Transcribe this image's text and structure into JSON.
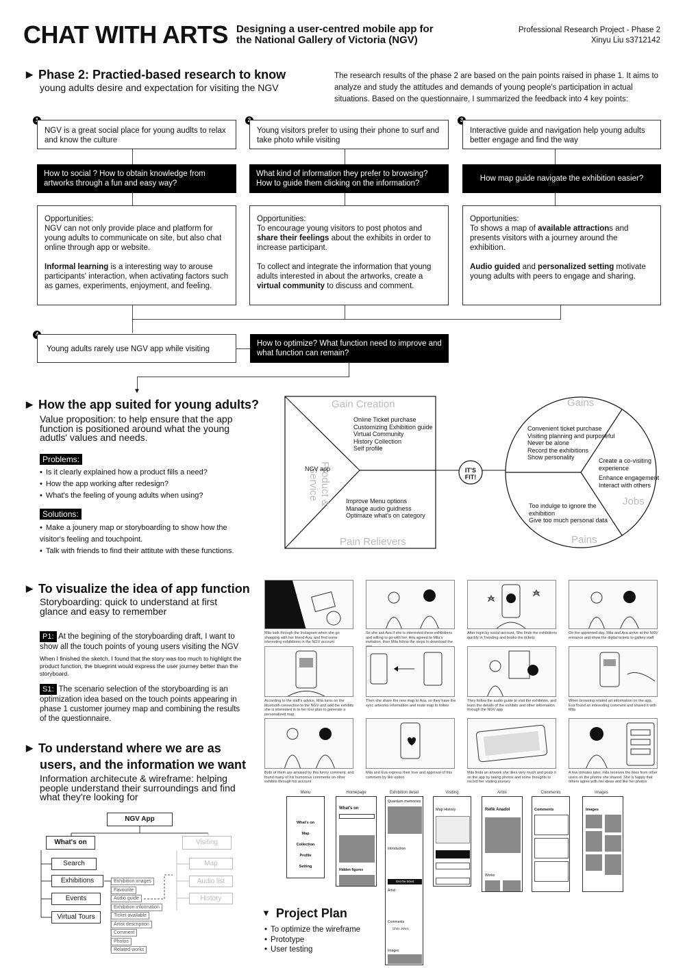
{
  "header": {
    "title": "CHAT WITH ARTS",
    "subtitle_line1": "Designing a user-centred mobile app for",
    "subtitle_line2": "the National Gallery of Victoria (NGV)",
    "project": "Professional Research Project - Phase 2",
    "author": "Xinyu Liu s3712142"
  },
  "phase2": {
    "title": "Phase 2: Practied-based research to know",
    "subtitle": "young adults desire and expectation for visiting the NGV",
    "description": "The research results of the phase 2 are based on the pain points raised in phase 1. It aims to analyze and study the attitudes and demands of young people's participation in actual situations. Based on the questionnaire, I summarized the feedback into 4 key points:",
    "points": [
      {
        "num": "1",
        "finding": "NGV is a great social place for young audlts to relax and know the culture",
        "question": "How to social ? How to obtain knowledge from artworks through a fun and easy way?",
        "opp_title": "Opportunities:",
        "opp_p1": "NGV can not only provide place and platform for young adults to communicate on site, but also chat online through app or website.",
        "opp_p2_bold": "Informal learning",
        "opp_p2": " is a interesting way to arouse participants' interaction, when activating factors such as games, experiments, enjoyment, and feeling."
      },
      {
        "num": "2",
        "finding": "Young visitors prefer to using their phone to surf and take photo while visiting",
        "question": "What kind of information they prefer to browsing? How to guide them clicking on the information?",
        "opp_title": "Opportunities:",
        "opp_p1a": "To encourage young visitors to post photos and ",
        "opp_p1_bold": "share their feelings",
        "opp_p1b": " about the exhibits in order to increase participant.",
        "opp_p2a": "To collect and integrate the information that young adults interested in about the artworks, create a ",
        "opp_p2_bold": "virtual community",
        "opp_p2b": " to discuss and comment."
      },
      {
        "num": "3",
        "finding": "Interactive guide and navigation help young adults better engage and find the way",
        "question": "How map guide navigate the exhibition easier?",
        "opp_title": "Opportunities:",
        "opp_p1a": "To shows a map of ",
        "opp_p1_bold": "available attraction",
        "opp_p1b": "s and presents visitors with a journey around the exhibition.",
        "opp_p2_bold1": "Audio guided",
        "opp_p2_mid": " and ",
        "opp_p2_bold2": "personalized setting",
        "opp_p2b": " motivate young adults with peers to engage and sharing."
      },
      {
        "num": "4",
        "finding": "Young adults rarely use NGV app while visiting",
        "question": "How to optimize? What function need to improve and what function can remain?"
      }
    ]
  },
  "suited": {
    "title": "How the app suited for young adults?",
    "value_prop": "Value proposition: to help ensure that the app function is positioned around what the young adutls' values and needs.",
    "problems_label": "Problems:",
    "problems": [
      "Is it clearly explained how a product fills a need?",
      "How the app working after redesign?",
      "What's the feeling of young adults when using?"
    ],
    "solutions_label": "Solutions:",
    "solutions": [
      "Make a jounery map or storyboarding to show how the visitor's feeling and touchpoint.",
      "Talk with friends to find their attitute with these functions."
    ]
  },
  "canvas": {
    "gain_creation": "Gain Creation",
    "product_service": "Product & Service",
    "pain_relievers": "Pain Relievers",
    "gains": "Gains",
    "jobs": "Jobs",
    "pains": "Pains",
    "fit": "IT'S FIT!",
    "product": "NGV app",
    "gain_creators": [
      "Online Ticket purchase",
      "Customizing Exhibition guide",
      "Virtual Community",
      "History Collection",
      "Self profile"
    ],
    "pain_relievers_list": [
      "Improve Menu options",
      "Manage audio guidness",
      "Optimaze what's on category"
    ],
    "gains_list": [
      "Convenient ticket purchase",
      "Visiting planning and purposeful",
      "Never be alone",
      "Record the exhibitions",
      "Show personality"
    ],
    "jobs_list": [
      "Create a co-visiting experience",
      "Enhance engagement",
      "Interact with others"
    ],
    "pains_list": [
      "Too indulge to ignore the exhibition",
      "Give too much personal data"
    ]
  },
  "visualize": {
    "title": "To visualize the idea of app function",
    "subtitle": "Storyboarding: quick to understand at first glance and easy to remember",
    "p1_label": "P1:",
    "p1": " At the begining of the storyboarding draft, I want to show all the touch points of young users visiting the NGV",
    "note": "When I finished the sketch, I found that the story was too much to highlight the product function, the blueprint would express the user journey better than the storyboard.",
    "s1_label": "S1:",
    "s1": " The scenario selection of the storyboarding is an optimization idea based on the touch points appearing in phase 1 customer journey map and combining the results of the questionnaire."
  },
  "storyboard": [
    "Mila look through the Instagram when she go shopping with her friend Ava, and find some interesting exhibitions in the NGV account",
    "So she ask Ava if she is interested these exhibitions and willing to go with her. Ava agreed to Mila's invitation, then Mila follow the steps to download the app",
    "After login by social account, She finds the exhibitions quickly in Trending and books the tickets",
    "On the appointed day, Mila and Ava arrive at the NGV entrance and show the digital tickets to gallery staff",
    "According to the staff's advice, Mila turns on the bluetooth connection to the NGV and add the exhibits she is interested in to her tour plan to generate a personalized map",
    "Then she share the new map to Ava, so they have the sync artworks information and route map to follow",
    "They follow the audio guide to visit the exhibition, and learn the details of the exhibits and other information through the NGV app",
    "When browsing related art information on the app, Eva found an interesting comment and shared it with Mila",
    "Both of them are amused by this funny comment, and found many of his humorous comments on other exhibits through his account",
    "Mila and Eva express their love and approval of this comment by like option",
    "Mila finds an artwork she likes very much and posts it on the app by taking photos and some thoughts to record her visiting journey",
    "A few minutes later, mila receives the likes from other users on the photos she shared. She is happy that others agree with her ideas and like her photos"
  ],
  "understand": {
    "title_line1": "To understand where we are as",
    "title_line2": "users, and the information we want",
    "subtitle": "Information architecute & wireframe: helping people understand their surroundings and find what they're looking for"
  },
  "ia": {
    "root": "NGV App",
    "whats_on": "What's on",
    "visiting": "Visiting",
    "children": [
      "Search",
      "Exhibitions",
      "Events",
      "Virtual Tours"
    ],
    "visiting_children": [
      "Map",
      "Audio list",
      "History"
    ],
    "details": [
      "Exhibition images",
      "Favourite",
      "Audio guide",
      "Exhibition information",
      "Ticket available",
      "Artist description",
      "Comment",
      "Photos",
      "Related works"
    ]
  },
  "wireframes": {
    "labels": [
      "Menu",
      "Homepage",
      "Exhibition detail",
      "Visiting",
      "Artist",
      "Comments",
      "Images"
    ],
    "menu_items": [
      "What's on",
      "Map",
      "Collection",
      "Profile",
      "Setting"
    ],
    "homepage_title": "What's on",
    "detail_title": "Quantum memories",
    "visiting_tabs": "Map  History",
    "artist_title": "Refik Anadol",
    "comments_title": "Comments",
    "images_title": "Images",
    "ticket_btn": "Get the ticket",
    "intro": "Introduction",
    "artist": "Artist",
    "works": "Works",
    "comments_sub": "Comments",
    "images_sub": "Images",
    "commenter": "Chris Johns",
    "hidden": "Hidden figures"
  },
  "plan": {
    "title": "Project Plan",
    "items": [
      "To optimize the wireframe",
      "Prototype",
      "User testing"
    ]
  }
}
